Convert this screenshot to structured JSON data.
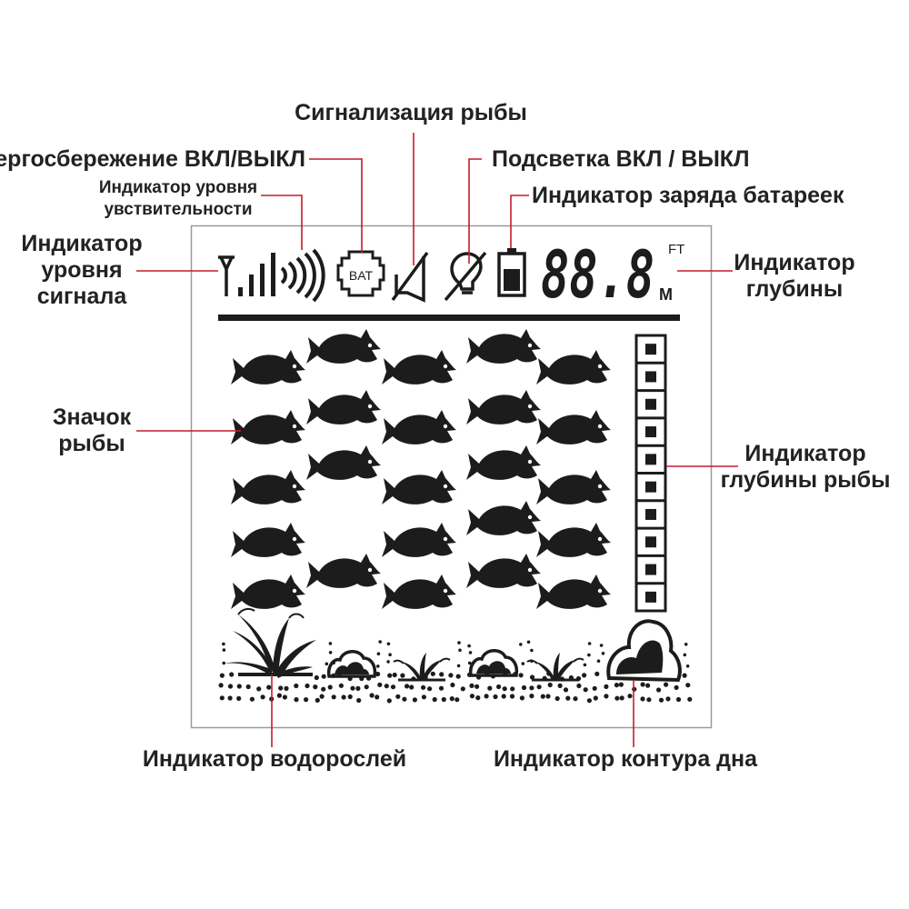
{
  "labels": {
    "fish_alarm": "Сигнализация рыбы",
    "power_saving": "Энергосбережение ВКЛ/ВЫКЛ",
    "backlight": "Подсветка ВКЛ / ВЫКЛ",
    "sensitivity_line1": "Индикатор уровня",
    "sensitivity_line2": "увствительности",
    "battery_charge": "Индикатор заряда батареек",
    "signal_line1": "Индикатор",
    "signal_line2": "уровня",
    "signal_line3": "сигнала",
    "depth_line1": "Индикатор",
    "depth_line2": "глубины",
    "fish_icon_line1": "Значок",
    "fish_icon_line2": "рыбы",
    "fish_depth_line1": "Индикатор",
    "fish_depth_line2": "глубины рыбы",
    "algae": "Индикатор водорослей",
    "bottom_contour": "Индикатор контура дна"
  },
  "display": {
    "bat_text": "BAT",
    "digits": "88.8",
    "unit_ft": "FT",
    "unit_m": "М",
    "depth_segments": 10
  },
  "colors": {
    "leader": "#c41c2c",
    "lcd_ink": "#1c1c1c",
    "frame": "#9a9a9a"
  }
}
